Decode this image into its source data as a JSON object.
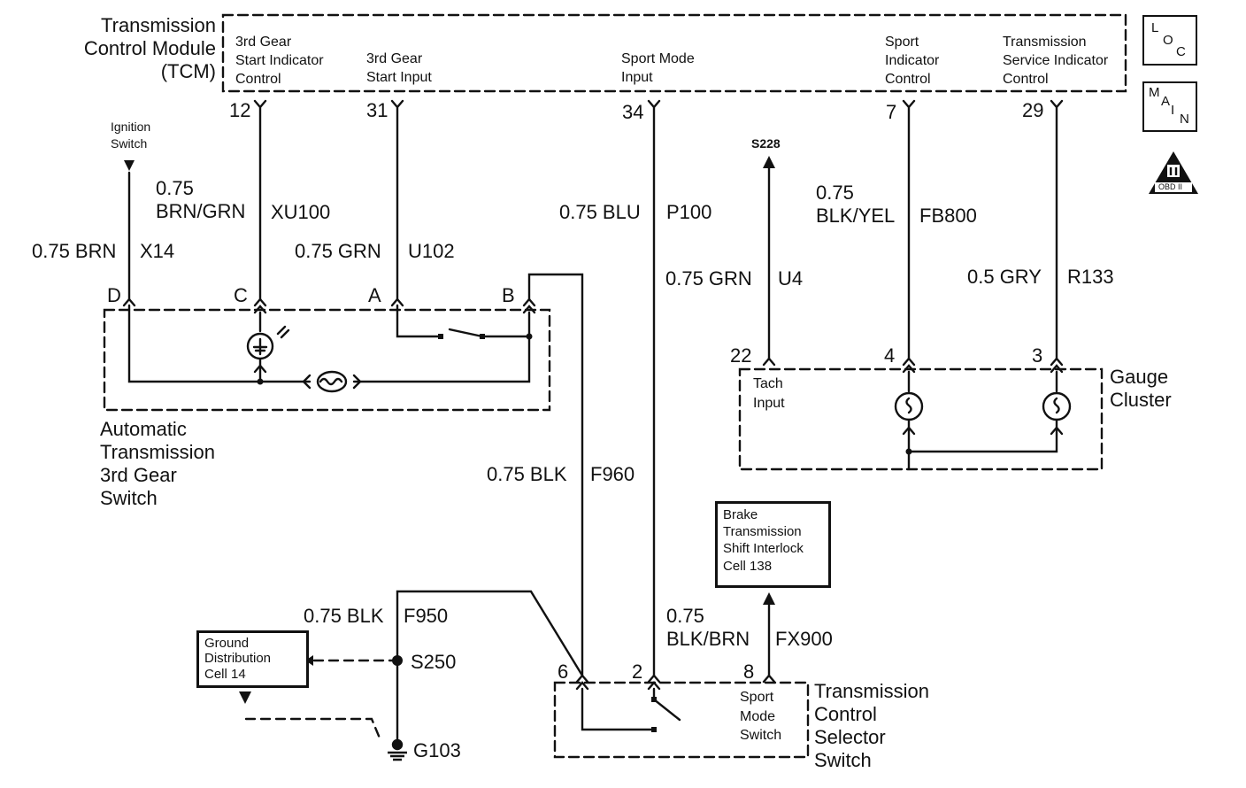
{
  "tcm": {
    "title": "Transmission\nControl Module\n(TCM)",
    "pins": [
      {
        "label": "3rd Gear\nStart Indicator\nControl",
        "num": "12"
      },
      {
        "label": "3rd Gear\nStart Input",
        "num": "31"
      },
      {
        "label": "Sport Mode\nInput",
        "num": "34"
      },
      {
        "label": "Sport\nIndicator\nControl",
        "num": "7"
      },
      {
        "label": "Transmission\nService Indicator\nControl",
        "num": "29"
      }
    ]
  },
  "badges": {
    "loc": [
      "L",
      "O",
      "C"
    ],
    "main": [
      "M",
      "A",
      "I",
      "N"
    ],
    "obd": "OBD II"
  },
  "ignition": "Ignition\nSwitch",
  "wires": {
    "x14": {
      "gauge": "0.75 BRN",
      "circuit": "X14"
    },
    "xu100": {
      "gauge": "0.75\nBRN/GRN",
      "circuit": "XU100"
    },
    "u102": {
      "gauge": "0.75 GRN",
      "circuit": "U102"
    },
    "p100": {
      "gauge": "0.75 BLU",
      "circuit": "P100"
    },
    "u4": {
      "gauge": "0.75 GRN",
      "circuit": "U4"
    },
    "fb800": {
      "gauge": "0.75\nBLK/YEL",
      "circuit": "FB800"
    },
    "r133": {
      "gauge": "0.5 GRY",
      "circuit": "R133"
    },
    "f960": {
      "gauge": "0.75 BLK",
      "circuit": "F960"
    },
    "f950": {
      "gauge": "0.75 BLK",
      "circuit": "F950"
    },
    "fx900": {
      "gauge": "0.75\nBLK/BRN",
      "circuit": "FX900"
    }
  },
  "s228": "S228",
  "switch3": {
    "pins": [
      "D",
      "C",
      "A",
      "B"
    ],
    "title": "Automatic\nTransmission\n3rd Gear\nSwitch"
  },
  "gauge": {
    "pins": [
      "22",
      "4",
      "3"
    ],
    "title": "Gauge\nCluster",
    "tach": "Tach\nInput"
  },
  "brake_box": "Brake\nTransmission\nShift Interlock\nCell 138",
  "ground_box": "Ground\nDistribution\nCell 14",
  "splice": "S250",
  "ground": "G103",
  "selector": {
    "pins": [
      "6",
      "2",
      "8"
    ],
    "title": "Transmission\nControl\nSelector\nSwitch",
    "sport": "Sport\nMode\nSwitch"
  }
}
